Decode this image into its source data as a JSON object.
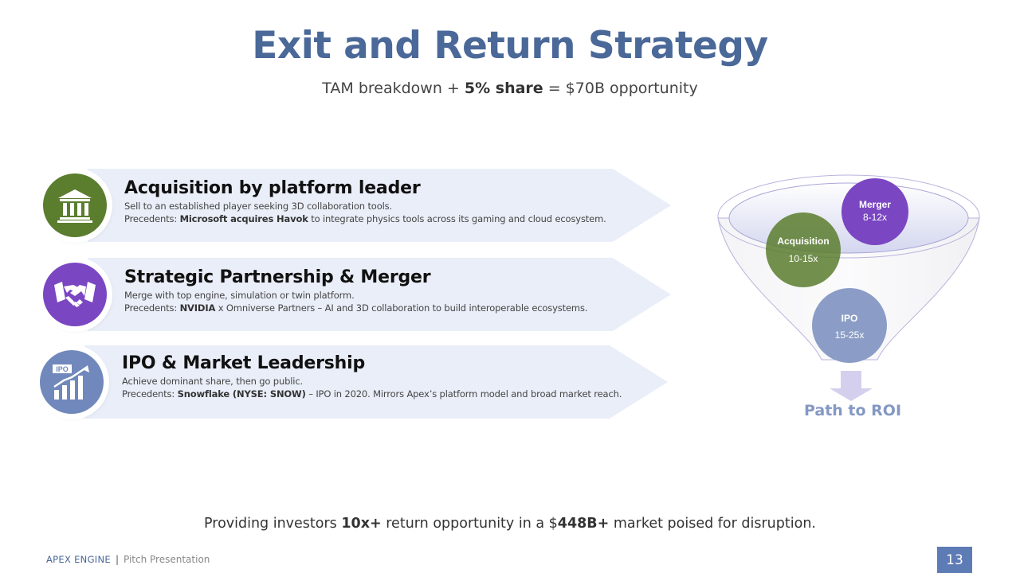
{
  "slide": {
    "title": "Exit and Return Strategy",
    "subtitle_pre": "TAM breakdown + ",
    "subtitle_bold": "5% share",
    "subtitle_post": " = $70B opportunity"
  },
  "strategies": [
    {
      "heading": "Acquisition by platform leader",
      "description": "Sell to an established player seeking 3D collaboration tools.",
      "precedent_label": "Precedents: ",
      "precedent_bold": "Microsoft acquires Havok",
      "precedent_rest": " to integrate physics tools across its gaming and cloud ecosystem.",
      "icon": "bank-building-icon",
      "color": "#5b7d2e"
    },
    {
      "heading": "Strategic Partnership & Merger",
      "description": "Merge with top engine, simulation or twin platform.",
      "precedent_label": "Precedents: ",
      "precedent_bold": "NVIDIA",
      "precedent_rest": " x Omniverse Partners – AI and 3D collaboration to build interoperable ecosystems.",
      "icon": "handshake-icon",
      "color": "#7a46c2"
    },
    {
      "heading": "IPO & Market Leadership",
      "description": "Achieve dominant share, then go public.",
      "precedent_label": "Precedents: ",
      "precedent_bold": "Snowflake (NYSE: SNOW)",
      "precedent_rest": " – IPO in 2020. Mirrors Apex’s platform model and broad market reach.",
      "icon": "ipo-growth-chart-icon",
      "icon_text": "IPO",
      "color": "#7088bb"
    }
  ],
  "funnel": {
    "merger": {
      "label": "Merger",
      "multiple": "8-12x",
      "color": "#7a46c2"
    },
    "acquisition": {
      "label": "Acquisition",
      "multiple": "10-15x",
      "color": "#5b7d2e"
    },
    "ipo": {
      "label": "IPO",
      "multiple": "15-25x",
      "color": "#8b9dc6"
    },
    "path_label": "Path to ROI"
  },
  "bottom": {
    "pre": "Providing investors ",
    "bold1": "10x+",
    "mid": " return opportunity in a $",
    "bold2": "448B+",
    "post": " market poised for disruption."
  },
  "footer": {
    "logo": "APEX ENGINE",
    "separator": "|",
    "label": "Pitch Presentation",
    "page_number": "13"
  }
}
